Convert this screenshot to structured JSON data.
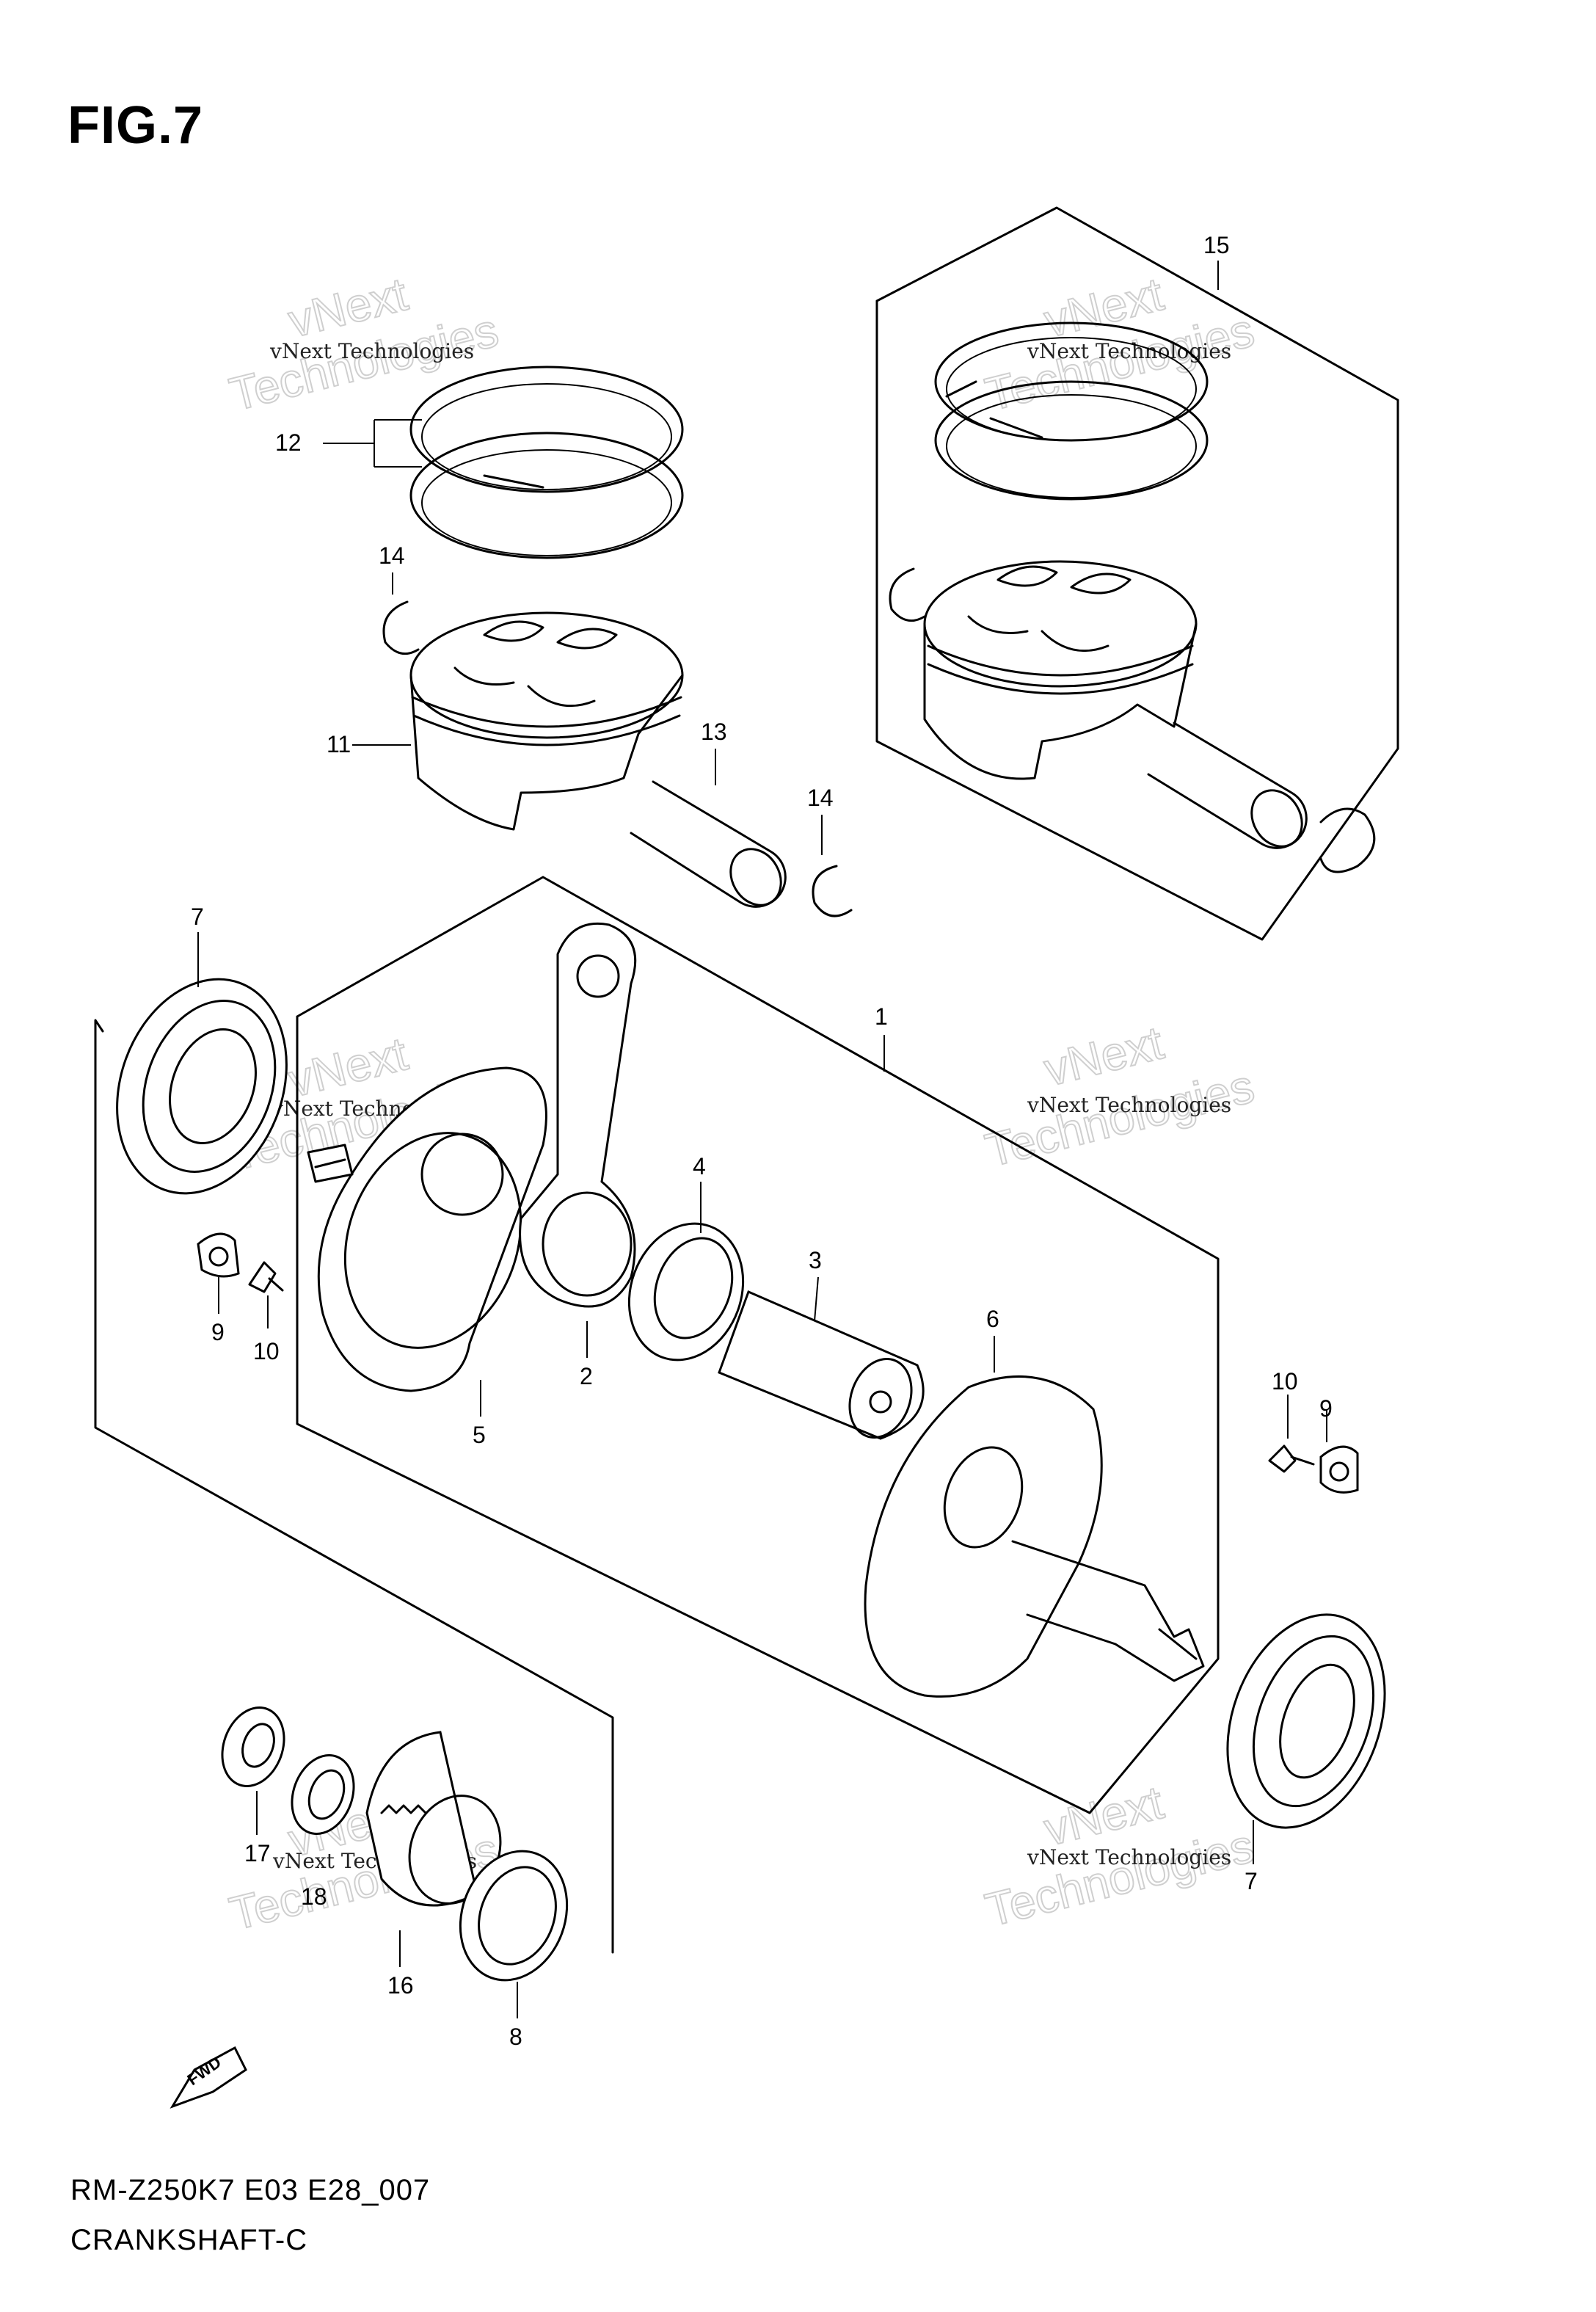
{
  "figure": {
    "title": "FIG.7",
    "model_code": "RM-Z250K7 E03 E28_007",
    "section": "CRANKSHAFT-C"
  },
  "watermark": {
    "company": "vNext Technologies",
    "line_a": "vNext",
    "line_b": "Technologies"
  },
  "forward_label": "FWD",
  "callouts": {
    "c1": "1",
    "c2": "2",
    "c3": "3",
    "c4": "4",
    "c5": "5",
    "c6": "6",
    "c7a": "7",
    "c7b": "7",
    "c8": "8",
    "c9a": "9",
    "c9b": "9",
    "c10a": "10",
    "c10b": "10",
    "c11": "11",
    "c12": "12",
    "c13": "13",
    "c14a": "14",
    "c14b": "14",
    "c15": "15",
    "c16": "16",
    "c17": "17",
    "c18": "18"
  }
}
